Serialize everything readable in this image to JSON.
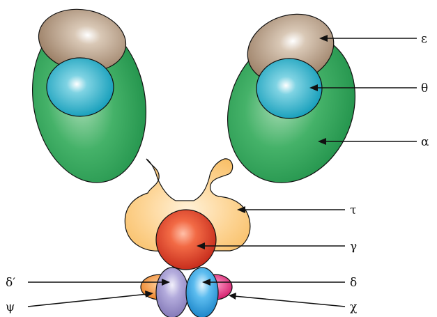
{
  "colors": {
    "epsilon": "#a58b73",
    "theta": "#1ba8c2",
    "alpha": "#2fa35a",
    "tau": "#fbc773",
    "gamma": "#e0432d",
    "delta_prime": "#9a90c9",
    "delta": "#2f9fdc",
    "psi": "#f08a2c",
    "chi": "#d8186e",
    "arrow": "#111111"
  },
  "labels": {
    "epsilon": "ε",
    "theta": "θ",
    "alpha": "α",
    "tau": "τ",
    "gamma": "γ",
    "delta_prime": "δ′",
    "delta": "δ",
    "psi": "ψ",
    "chi": "χ"
  }
}
